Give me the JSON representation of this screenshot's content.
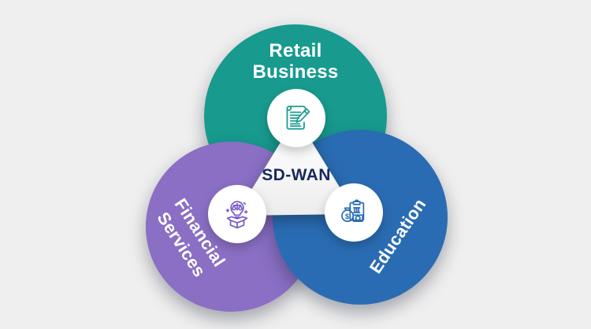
{
  "theme": {
    "background": "#efefef",
    "retail_color": "#189a8e",
    "financial_color": "#8a6fc4",
    "education_color": "#2a6cb3",
    "hub_background": "#ffffff",
    "label_text_color": "#ffffff",
    "center_text_color": "#16295e"
  },
  "diagram": {
    "center_label": "SD-WAN",
    "segments": [
      {
        "id": "retail-business",
        "label": "Retail Business",
        "label_line1": "Retail",
        "label_line2": "Business",
        "icon": "notepad-pencil-icon"
      },
      {
        "id": "financial-services",
        "label": "Financial Services",
        "label_line1": "Financial",
        "label_line2": "Services",
        "icon": "lightbulb-scales-box-icon"
      },
      {
        "id": "education",
        "label": "Education",
        "label_line1": "Education",
        "label_line2": "",
        "icon": "money-bag-clipboard-icon"
      }
    ],
    "dollar_glyph": "$"
  }
}
